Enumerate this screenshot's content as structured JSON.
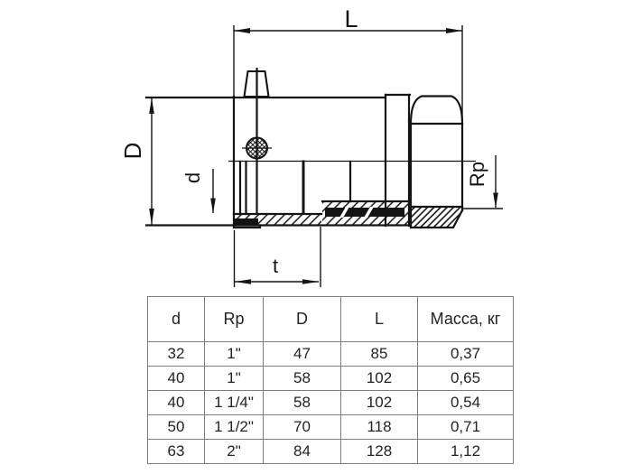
{
  "drawing": {
    "labels": {
      "length": "L",
      "outer_diameter": "D",
      "bore_diameter": "d",
      "thread_size": "Rp",
      "insertion_depth": "t"
    }
  },
  "table": {
    "headers": [
      "d",
      "Rp",
      "D",
      "L",
      "Масса, кг"
    ],
    "rows": [
      [
        "32",
        "1\"",
        "47",
        "85",
        "0,37"
      ],
      [
        "40",
        "1\"",
        "58",
        "102",
        "0,65"
      ],
      [
        "40",
        "1 1/4\"",
        "58",
        "102",
        "0,54"
      ],
      [
        "50",
        "1 1/2\"",
        "70",
        "118",
        "0,71"
      ],
      [
        "63",
        "2\"",
        "84",
        "128",
        "1,12"
      ]
    ]
  },
  "colors": {
    "drawing_line": "#141414",
    "table_border": "#7d7d7d",
    "table_text": "#232323",
    "background": "#ffffff"
  }
}
